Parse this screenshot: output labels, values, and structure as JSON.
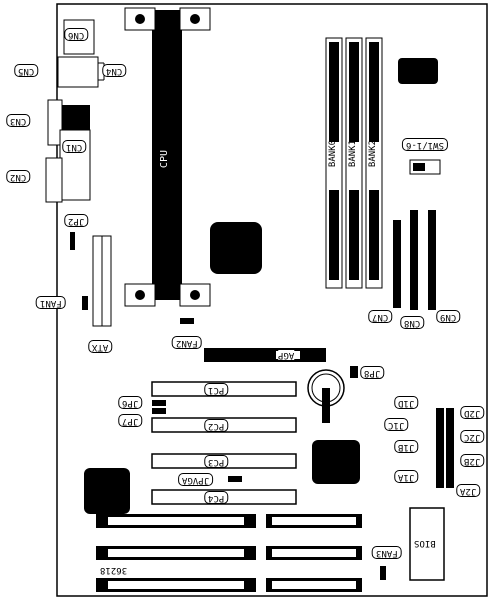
{
  "diagram": {
    "labels": {
      "cn6": "CN6",
      "cn5": "CN5",
      "cn4": "CN4",
      "cn3": "CN3",
      "cn1": "CN1",
      "cn2": "CN2",
      "jp2": "JP2",
      "fan1": "FAN1",
      "atx": "ATX",
      "fan2": "FAN2",
      "agp": "AGP",
      "jp8": "JP8",
      "pc1": "PC1",
      "pc2": "PC2",
      "pc3": "PC3",
      "pc4": "PC4",
      "jp6": "JP6",
      "jp7": "JP7",
      "jpvga": "JPVGA",
      "bios": "BIOS",
      "fan3": "FAN3",
      "board_id": "36218",
      "cn7": "CN7",
      "cn8": "CN8",
      "cn9": "CN9",
      "sw1": "SW1/1-6",
      "j1d": "J1D",
      "j1c": "J1C",
      "j1b": "J1B",
      "j1a": "J1A",
      "j2d": "J2D",
      "j2c": "J2C",
      "j2b": "J2B",
      "j2a": "J2A",
      "cpu": "CPU",
      "bank0": "BANK0",
      "bank1": "BANK1",
      "bank2": "BANK2"
    }
  }
}
